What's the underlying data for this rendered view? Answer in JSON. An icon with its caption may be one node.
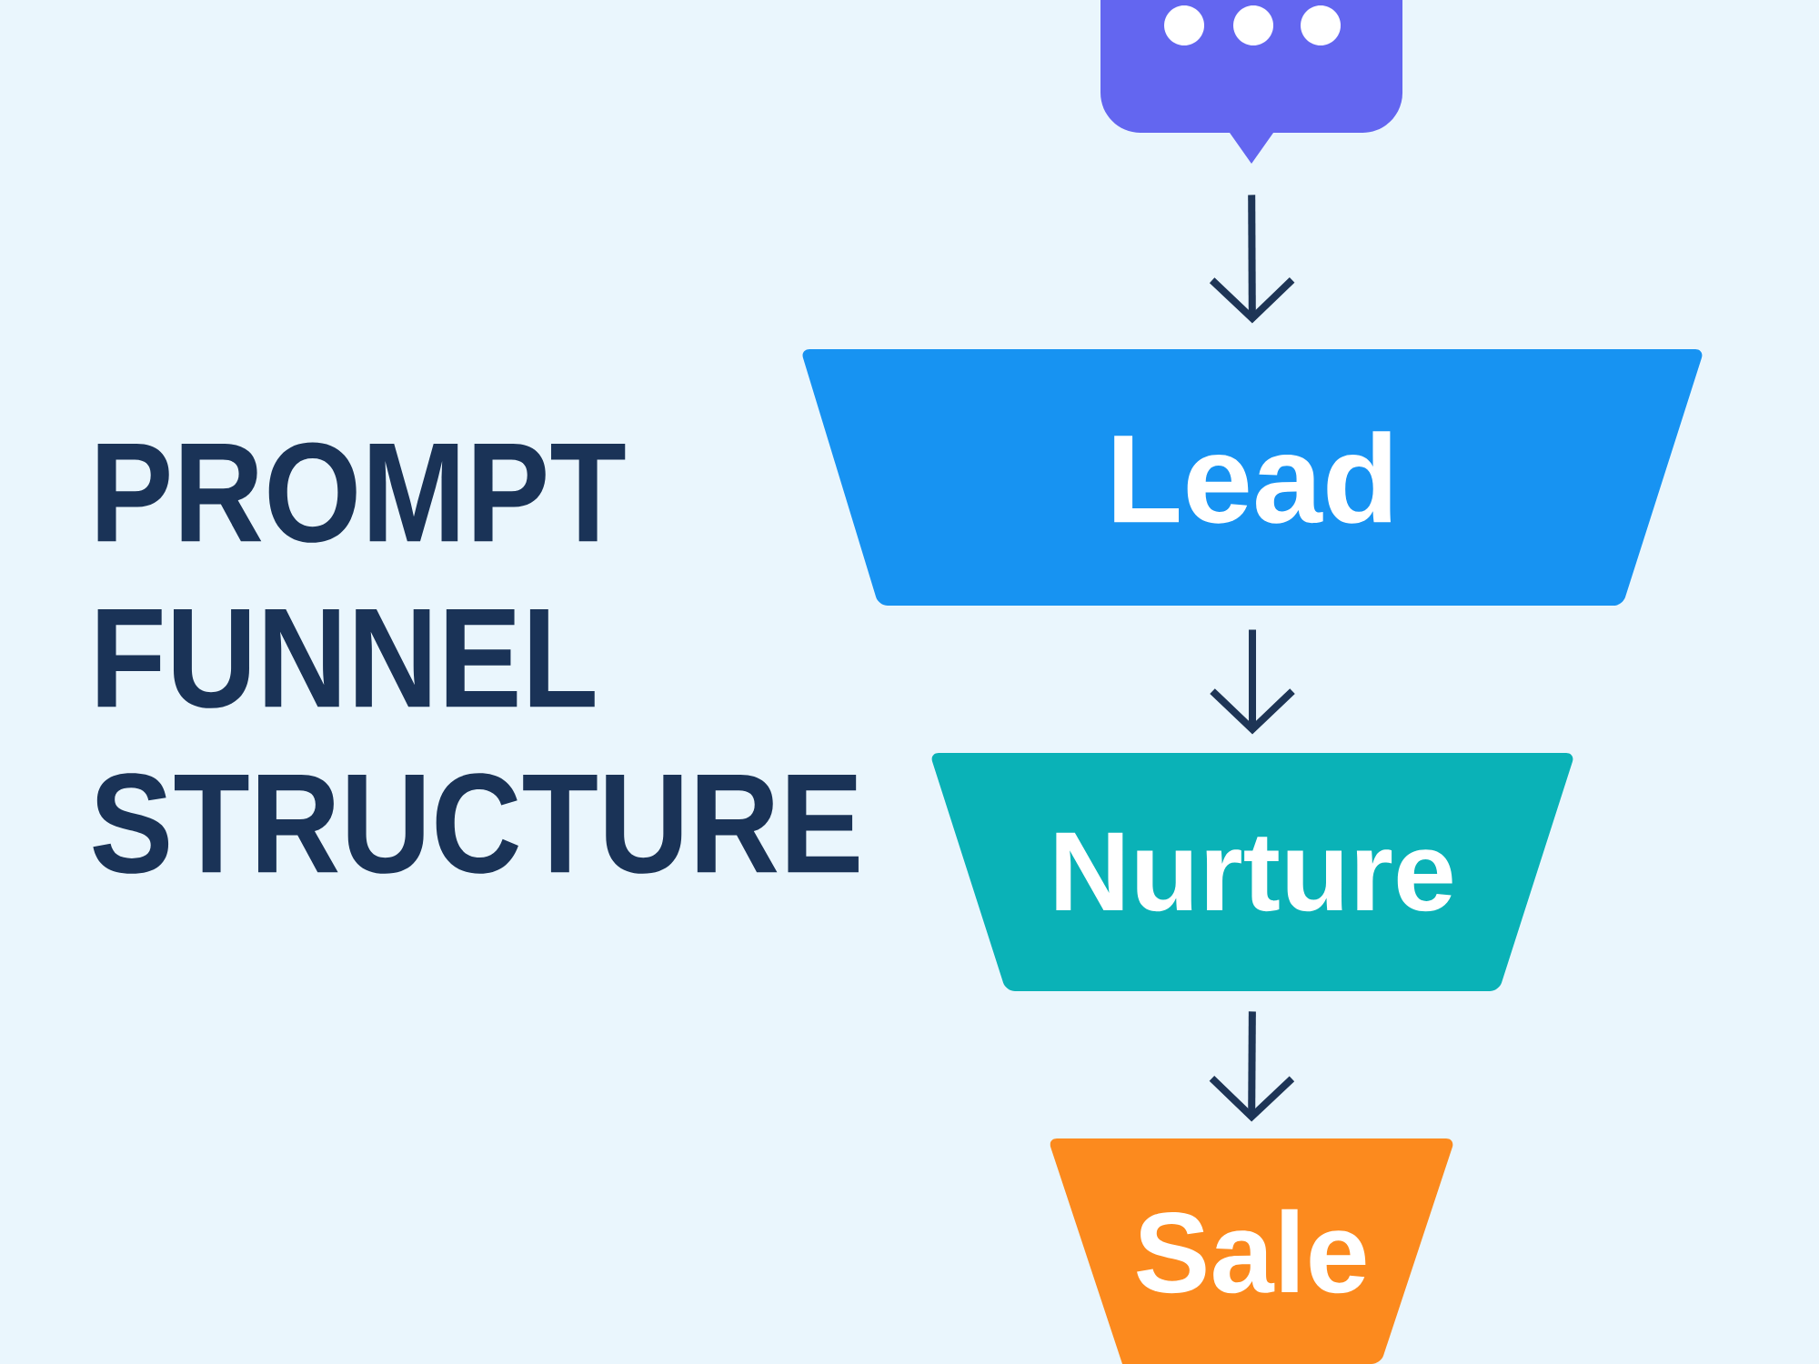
{
  "diagram": {
    "title": "PROMPT FUNNEL STRUCTURE",
    "nodes": [
      {
        "text": [],
        "shape": "picture"
      },
      {
        "text": [
          "Lead"
        ]
      },
      {
        "text": [
          "Nurture"
        ]
      },
      {
        "text": [
          "Sale"
        ]
      }
    ],
    "edges": [
      {
        "from": 0,
        "to": 1,
        "arrow": "to"
      },
      {
        "from": 1,
        "to": 2,
        "arrow": "to"
      },
      {
        "from": 2,
        "to": 3,
        "arrow": "to"
      }
    ]
  }
}
